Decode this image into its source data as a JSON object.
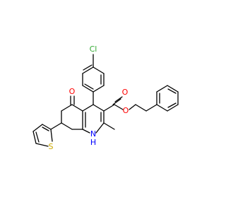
{
  "molecule": {
    "atoms": {
      "chlorine": {
        "label": "Cl",
        "color": "#33aa33"
      },
      "ketone_oxygen": {
        "label": "O",
        "color": "#ff0000"
      },
      "ester_carbonyl_oxygen": {
        "label": "O",
        "color": "#ff0000"
      },
      "ester_ether_oxygen": {
        "label": "O",
        "color": "#ff0000"
      },
      "amine": {
        "label": "H\nN",
        "label_line1": "N",
        "label_line2": "H",
        "color": "#0000ff"
      },
      "thiophene_sulfur": {
        "label": "S",
        "color": "#ccaa00"
      }
    },
    "bond_color": "#000000"
  }
}
